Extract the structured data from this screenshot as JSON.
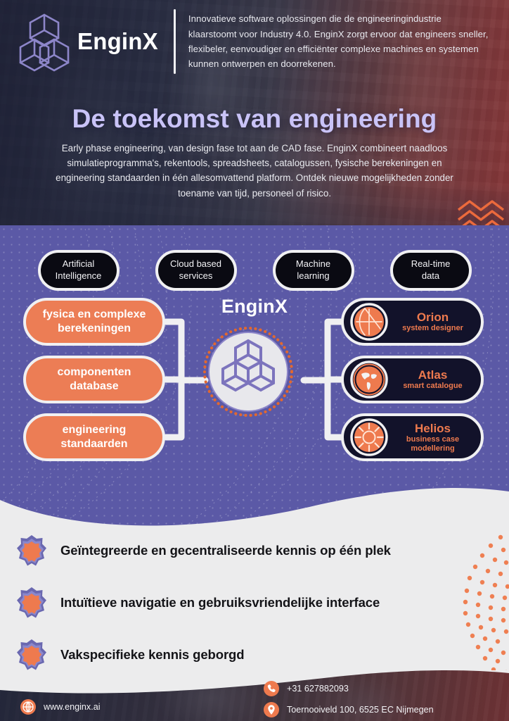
{
  "brand": {
    "name": "EnginX",
    "logo_icon": "cube-lattice-icon",
    "tagline": "Innovatieve software oplossingen die de engineeringindustrie klaarstoomt voor Industry 4.0. EnginX zorgt ervoor dat engineers sneller, flexibeler, eenvoudiger en efficiënter complexe machines en systemen kunnen ontwerpen en doorrekenen."
  },
  "hero": {
    "title": "De toekomst van engineering",
    "body": "Early phase engineering, van design fase tot aan de CAD fase. EnginX combineert naadloos simulatieprogramma's, rekentools, spreadsheets, catalogussen, fysische berekeningen en engineering standaarden in één allesomvattend platform. Ontdek nieuwe mogelijkheden zonder toename van tijd, personeel of risico.",
    "decoration_icon": "orange-zigzag-icon"
  },
  "pills": [
    {
      "line1": "Artificial",
      "line2": "Intelligence"
    },
    {
      "line1": "Cloud based",
      "line2": "services"
    },
    {
      "line1": "Machine",
      "line2": "learning"
    },
    {
      "line1": "Real-time",
      "line2": "data"
    }
  ],
  "diagram": {
    "center_label": "EnginX",
    "center_icon": "cube-lattice-icon",
    "inputs": [
      {
        "line1": "fysica en complexe",
        "line2": "berekeningen"
      },
      {
        "line1": "componenten",
        "line2": "database"
      },
      {
        "line1": "engineering",
        "line2": "standaarden"
      }
    ],
    "products": [
      {
        "name": "Orion",
        "sub1": "system designer",
        "sub2": "",
        "icon": "compass-bow-icon"
      },
      {
        "name": "Atlas",
        "sub1": "smart catalogue",
        "sub2": "",
        "icon": "globe-icon"
      },
      {
        "name": "Helios",
        "sub1": "business case",
        "sub2": "modellering",
        "icon": "sun-icon"
      }
    ]
  },
  "features": [
    {
      "icon": "star-rosette-icon",
      "text": "Geïntegreerde en gecentraliseerde kennis op één plek"
    },
    {
      "icon": "star-rosette-icon",
      "text": "Intuïtieve navigatie en gebruiksvriendelijke interface"
    },
    {
      "icon": "star-rosette-icon",
      "text": "Vakspecifieke kennis geborgd"
    }
  ],
  "footer": {
    "website": {
      "icon": "globe-icon",
      "label": "www.enginx.ai"
    },
    "phone": {
      "icon": "phone-icon",
      "label": "+31 627882093"
    },
    "address": {
      "icon": "location-pin-icon",
      "label": "Toernooiveld 100, 6525 EC Nijmegen"
    }
  },
  "colors": {
    "purple": "#5b59a6",
    "purple_dark": "#4a4890",
    "orange": "#ec7d55",
    "orange_accent": "#ee7a4e",
    "dark_navy": "#12122a",
    "near_black": "#0a0a12",
    "off_white": "#ececed",
    "title_lavender": "#c9c3f7"
  }
}
